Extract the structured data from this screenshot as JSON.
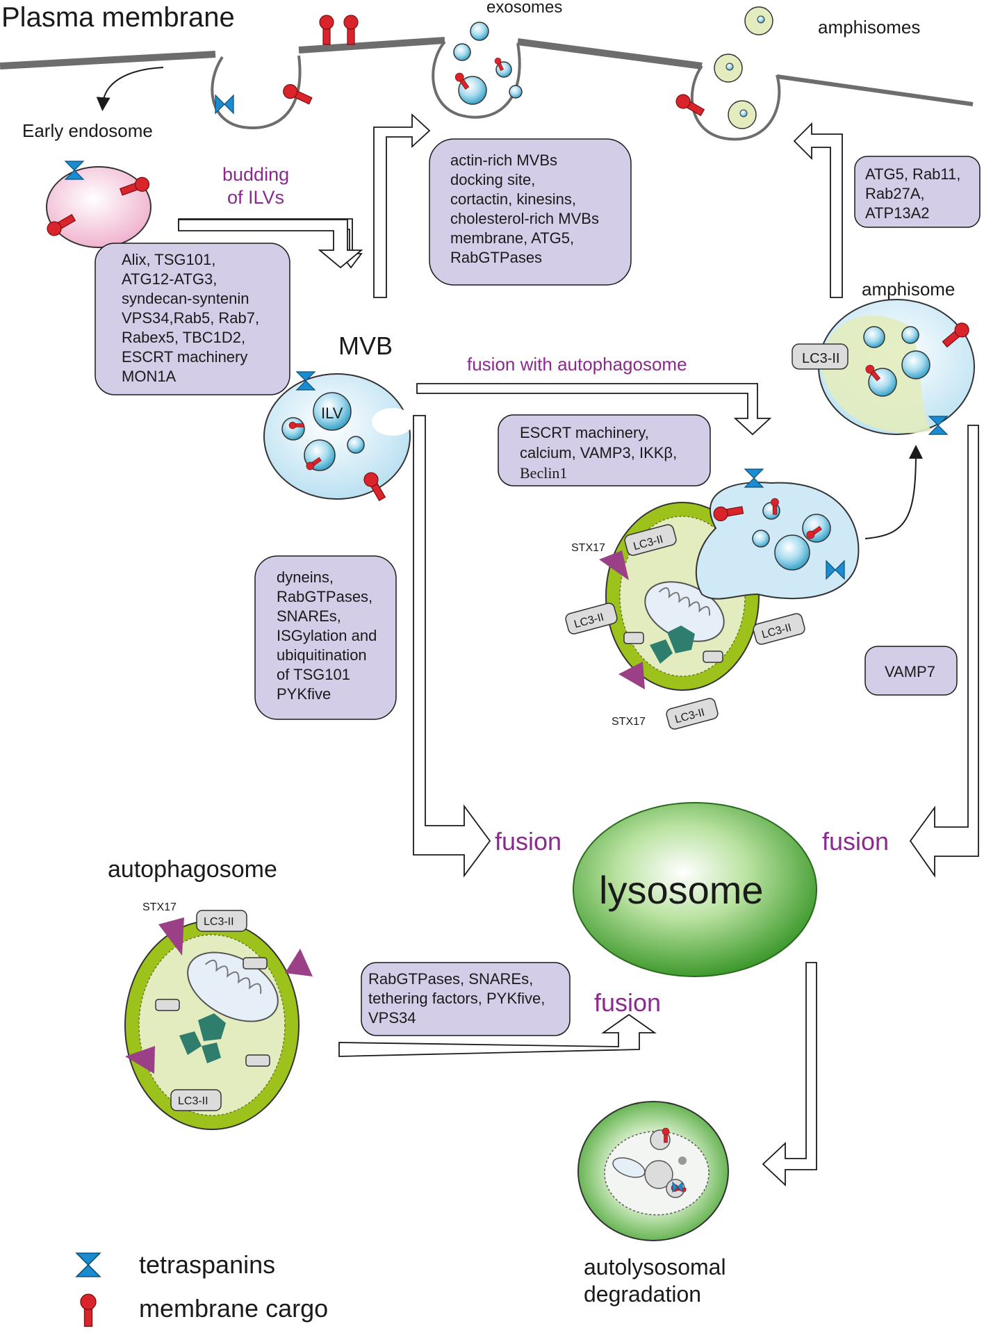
{
  "labels": {
    "plasma_membrane": "Plasma membrane",
    "exosomes": "exosomes",
    "amphisomes": "amphisomes",
    "early_endosome": "Early endosome",
    "budding_line1": "budding",
    "budding_line2": "of ILVs",
    "mvb": "MVB",
    "ilv": "ILV",
    "fusion_autophagosome": "fusion with autophagosome",
    "amphisome": "amphisome",
    "lc3_ii": "LC3-II",
    "stx17": "STX17",
    "fusion_left": "fusion",
    "fusion_right": "fusion",
    "fusion_bottom": "fusion",
    "lysosome": "lysosome",
    "autophagosome": "autophagosome",
    "autolysosomal_line1": "autolysosomal",
    "autolysosomal_line2": "degradation"
  },
  "boxes": {
    "ilv_budding": [
      "Alix, TSG101,",
      "ATG12-ATG3,",
      "syndecan-syntenin",
      "VPS34,Rab5, Rab7,",
      "Rabex5, TBC1D2,",
      "ESCRT machinery",
      "MON1A"
    ],
    "exosome_release": [
      "actin-rich MVBs",
      "docking site,",
      "cortactin, kinesins,",
      "cholesterol-rich MVBs",
      "membrane, ATG5,",
      "RabGTPases"
    ],
    "amphisome_release": [
      "ATG5, Rab11,",
      "Rab27A,",
      "ATP13A2"
    ],
    "amphisome_fusion": [
      "ESCRT machinery,",
      "calcium, VAMP3, IKKβ,",
      "Beclin1"
    ],
    "mvb_lysosome": [
      "dyneins,",
      "RabGTPases,",
      "SNAREs,",
      "ISGylation and",
      "ubiquitination",
      "of TSG101",
      "PYKfive"
    ],
    "amphisome_lysosome": [
      "VAMP7"
    ],
    "autophagosome_lysosome": [
      "RabGTPases, SNAREs,",
      "tethering factors, PYKfive,",
      "VPS34"
    ]
  },
  "legend": {
    "tetraspanins": "tetraspanins",
    "membrane_cargo": "membrane cargo"
  },
  "colors": {
    "box_fill": "#d3cde7",
    "label_purple": "#8a2a8e",
    "membrane_gray": "#6d6d6d",
    "tetraspanin_blue": "#1a8ccf",
    "cargo_red": "#d9242b",
    "autophagosome_green": "#9dc21c",
    "lysosome_green": "#4fa83a",
    "mvb_blue": "#cfe9f6",
    "endosome_pink": "#f3c2d8",
    "stx17_purple": "#9b3f86"
  }
}
